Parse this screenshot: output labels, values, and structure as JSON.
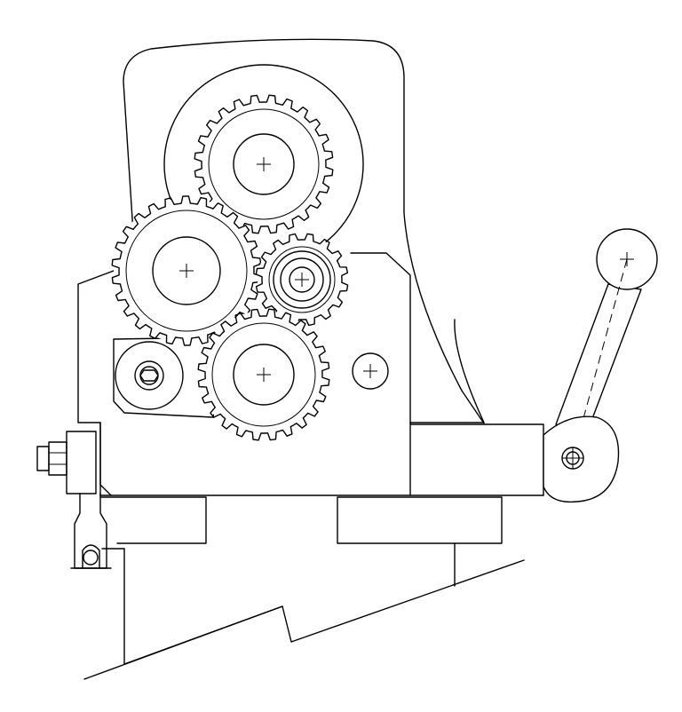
{
  "colors": {
    "line": "#000000",
    "background": "#ffffff"
  },
  "gears": [
    {
      "id": "upper-gear",
      "teeth": 24
    },
    {
      "id": "left-gear",
      "teeth": 26
    },
    {
      "id": "center-small-gear",
      "teeth": 16
    },
    {
      "id": "lower-gear",
      "teeth": 24
    }
  ]
}
